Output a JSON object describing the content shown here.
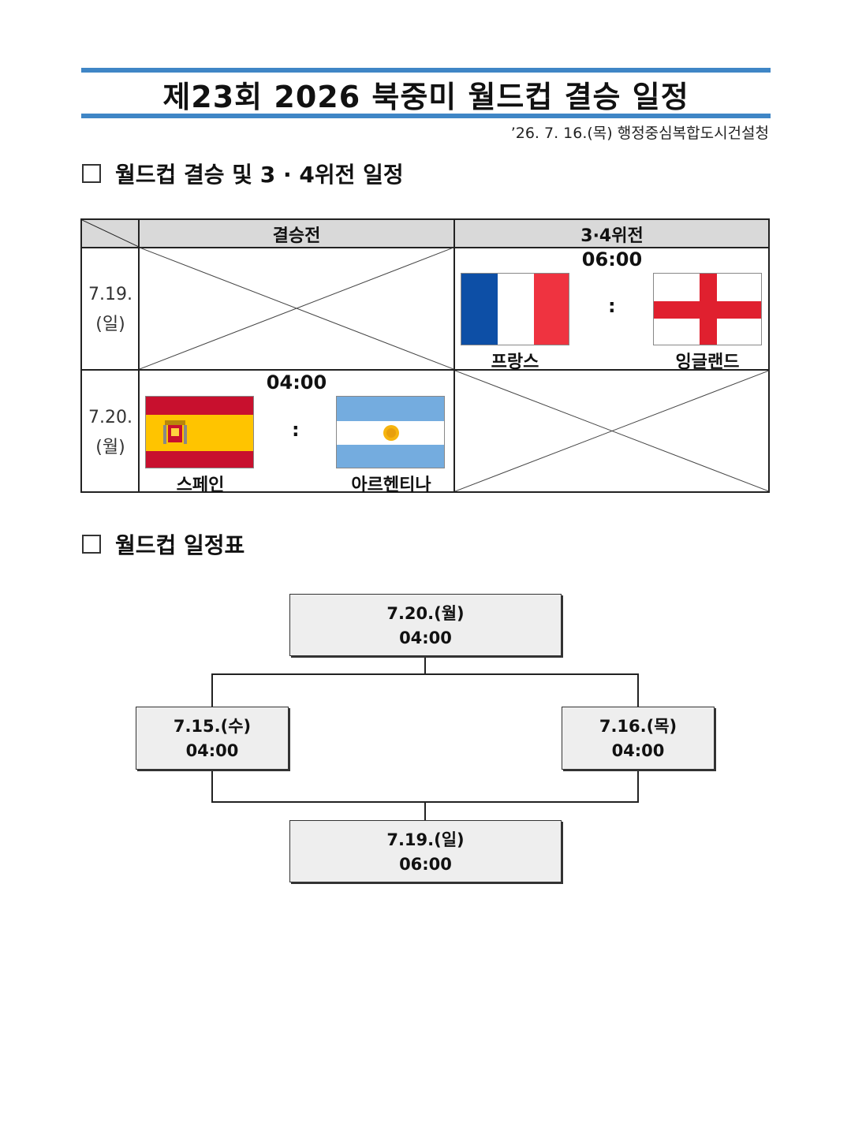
{
  "header": {
    "title": "제23회 2026 북중미 월드컵 결승 일정",
    "dateline": "’26. 7. 16.(목) 행정중심복합도시건설청"
  },
  "section1": {
    "heading": "월드컵 결승 및 3 · 4위전 일정"
  },
  "schedule_table": {
    "columns": [
      "결승전",
      "3·4위전"
    ],
    "rows": [
      {
        "date": "7.19.",
        "day": "(일)",
        "third_place": {
          "time": "06:00",
          "team_left": "프랑스",
          "team_right": "잉글랜드",
          "separator": ":"
        }
      },
      {
        "date": "7.20.",
        "day": "(월)",
        "final": {
          "time": "04:00",
          "team_left": "스페인",
          "team_right": "아르헨티나",
          "separator": ":"
        }
      }
    ]
  },
  "section2": {
    "heading": "월드컵 일정표"
  },
  "bracket": {
    "final": {
      "date": "7.20.(월)",
      "time": "04:00"
    },
    "semi_left": {
      "date": "7.15.(수)",
      "time": "04:00"
    },
    "semi_right": {
      "date": "7.16.(목)",
      "time": "04:00"
    },
    "third_place": {
      "date": "7.19.(일)",
      "time": "06:00"
    }
  },
  "flags": {
    "france": [
      "#0d4fa6",
      "#ffffff",
      "#ef3340"
    ],
    "england": {
      "field": "#ffffff",
      "cross": "#e0202f"
    },
    "spain": {
      "red": "#c8102e",
      "yellow": "#ffc400"
    },
    "argentina": {
      "blue": "#74acdf",
      "white": "#ffffff",
      "sun": "#f6b40e"
    }
  }
}
